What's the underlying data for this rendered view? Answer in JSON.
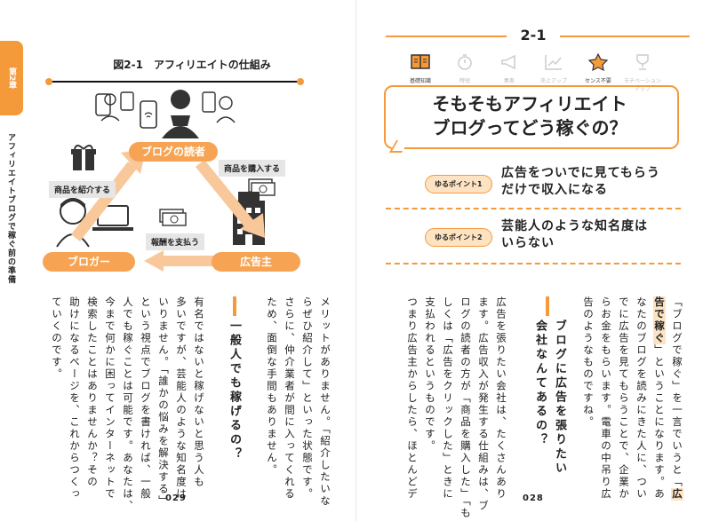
{
  "left_page": {
    "chapter_tab": "第2章",
    "chapter_title": "アフィリエイトブログで稼ぐ前の準備",
    "figure": {
      "title": "図2-1　アフィリエイトの仕組み",
      "reader_label": "ブログの読者",
      "blogger_label": "ブロガー",
      "advertiser_label": "広告主",
      "tag_introduce": "商品を紹介する",
      "tag_purchase": "商品を購入する",
      "tag_payment": "報酬を支払う"
    },
    "columns_upper": [
      "メリットがありません。「紹介したいな",
      "らぜひ紹介して」といった状態です。",
      "さらに、仲介業者が間に入ってくれる",
      "ため、面倒な手間もありません。"
    ],
    "heading": "一般人でも稼げるの？",
    "columns_lower": [
      "有名ではないと稼げないと思う人も",
      "多いですが、芸能人のような知名度は",
      "いりません。「誰かの悩みを解決する」",
      "という視点でブログを書ければ、一般",
      "人でも稼ぐことは可能です。あなたは、",
      "今まで何かに困ってインターネットで",
      "検索したことはありませんか？その",
      "助けになるページを、これからつくっ",
      "ていくのです。"
    ],
    "page_number": "029"
  },
  "right_page": {
    "section_number": "2-1",
    "icons": [
      {
        "name": "book-icon",
        "label": "基礎知識"
      },
      {
        "name": "timer-icon",
        "label": "時短"
      },
      {
        "name": "megaphone-icon",
        "label": "集客"
      },
      {
        "name": "chart-up-icon",
        "label": "売上アップ"
      },
      {
        "name": "star-icon",
        "label": "センス不要"
      },
      {
        "name": "cup-icon",
        "label": "モチベーションアップ"
      }
    ],
    "title_line1": "そもそもアフィリエイト",
    "title_line2": "ブログってどう稼ぐの？",
    "point1_label": "ゆるポイント1",
    "point1_line1": "広告をついでに見てもらう",
    "point1_line2": "だけで収入になる",
    "point2_label": "ゆるポイント2",
    "point2_line1": "芸能人のような知名度は",
    "point2_line2": "いらない",
    "col1_pre": "「ブログで稼ぐ」を一言でいうと「",
    "col1_hl": "広",
    "col2_hl": "告で稼ぐ",
    "col2_post": "」ということになります。あ",
    "columns_rest": [
      "なたのブログを読みにきた人に、つい",
      "でに広告を見てもらうことで、企業か",
      "らお金をもらいます。電車の中吊り広",
      "告のようなものですね。"
    ],
    "heading": "ブログに広告を張りたい\n会社なんてあるの？",
    "columns_lower": [
      "広告を張りたい会社は、たくさんあり",
      "ます。広告収入が発生する仕組みは、ブ",
      "ログの読者の方が「商品を購入した」「も",
      "しくは「広告をクリックした」ときに",
      "支払われるというものです。",
      "つまり広告主からしたら、ほとんどデ"
    ],
    "page_number": "028"
  },
  "colors": {
    "accent": "#f59a3b",
    "accent_light": "#fde3c2",
    "arrow": "#f8c89a"
  }
}
